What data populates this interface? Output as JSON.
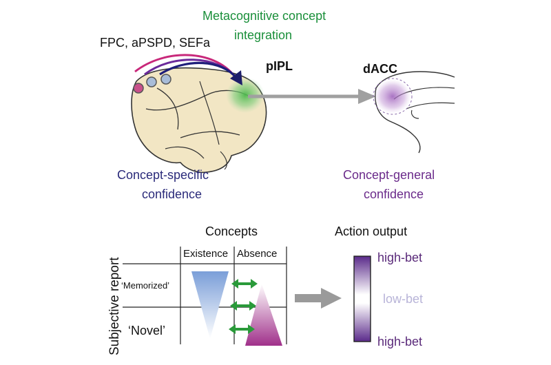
{
  "top": {
    "metacognitive_line1": "Metacognitive concept",
    "metacognitive_line2": "integration",
    "regions": "FPC, aPSPD, SEFa",
    "pipl": "pIPL",
    "dacc": "dACC",
    "specific_line1": "Concept-specific",
    "specific_line2": "confidence",
    "general_line1": "Concept-general",
    "general_line2": "confidence"
  },
  "bottom": {
    "concepts": "Concepts",
    "existence": "Existence",
    "absence": "Absence",
    "subjective_report": "Subjective report",
    "memorized": "‘Memorized’",
    "novel": "‘Novel’",
    "action_output": "Action output",
    "high_bet_top": "high-bet",
    "low_bet": "low-bet",
    "high_bet_bottom": "high-bet"
  },
  "colors": {
    "green": "#1a8f3a",
    "navy": "#2a2a7a",
    "purple": "#6a2a8a",
    "magenta": "#c02a7a",
    "lowbet": "#b8b4d8"
  }
}
